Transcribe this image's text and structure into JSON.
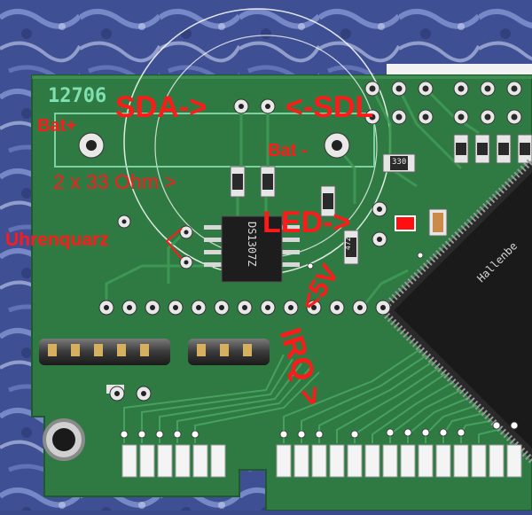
{
  "board": {
    "number": "12706",
    "rtc_chip": "DS1307Z",
    "cpu_chip": "Hallenbe",
    "resistor_value": "330",
    "small_resistor_value": "472"
  },
  "labels": {
    "sda": "SDA->",
    "sdl": "<-SDL",
    "bat_plus": "Bat+",
    "bat_minus": "Bat -",
    "resistors": "2 x 33 Ohm >",
    "led": "LED->",
    "quartz": "Uhrenquarz",
    "five_v": "<5V",
    "irq": "IRQ >"
  },
  "colors": {
    "background_blue": "#3a4a8a",
    "pcb_green": "#2f7a42",
    "label_red": "#ff1a1a",
    "silkscreen": "#7fe0b0"
  }
}
